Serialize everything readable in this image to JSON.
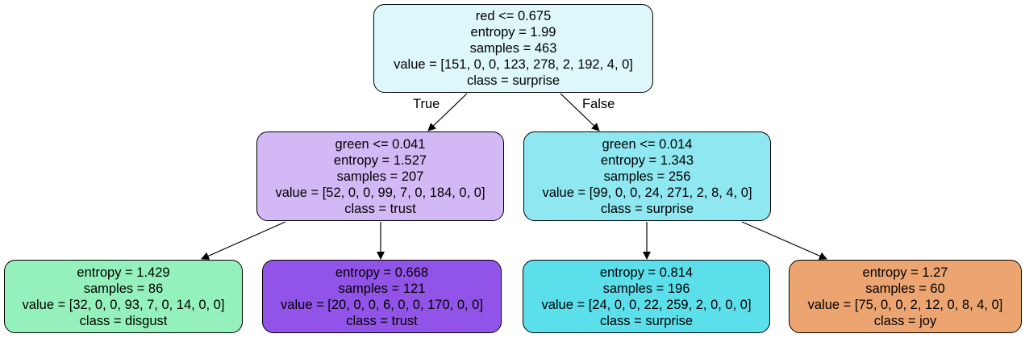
{
  "nodes": [
    {
      "split": "red <= 0.675",
      "entropy": "entropy = 1.99",
      "samples": "samples = 463",
      "value": "value = [151, 0, 0, 123, 278, 2, 192, 4, 0]",
      "class": "class = surprise",
      "fill": "#ddf7fa"
    },
    {
      "split": "green <= 0.041",
      "entropy": "entropy = 1.527",
      "samples": "samples = 207",
      "value": "value = [52, 0, 0, 99, 7, 0, 184, 0, 0]",
      "class": "class = trust",
      "fill": "#d2b9f6"
    },
    {
      "split": "green <= 0.014",
      "entropy": "entropy = 1.343",
      "samples": "samples = 256",
      "value": "value = [99, 0, 0, 24, 271, 2, 8, 4, 0]",
      "class": "class = surprise",
      "fill": "#8fe8f1"
    },
    {
      "entropy": "entropy = 1.429",
      "samples": "samples = 86",
      "value": "value = [32, 0, 0, 93, 7, 0, 14, 0, 0]",
      "class": "class = disgust",
      "fill": "#94f1bb"
    },
    {
      "entropy": "entropy = 0.668",
      "samples": "samples = 121",
      "value": "value = [20, 0, 0, 6, 0, 0, 170, 0, 0]",
      "class": "class = trust",
      "fill": "#9253e8"
    },
    {
      "entropy": "entropy = 0.814",
      "samples": "samples = 196",
      "value": "value = [24, 0, 0, 22, 259, 2, 0, 0, 0]",
      "class": "class = surprise",
      "fill": "#5bdfeb"
    },
    {
      "entropy": "entropy = 1.27",
      "samples": "samples = 60",
      "value": "value = [75, 0, 0, 2, 12, 0, 8, 4, 0]",
      "class": "class = joy",
      "fill": "#eca570"
    }
  ],
  "edge_labels": {
    "true": "True",
    "false": "False"
  }
}
